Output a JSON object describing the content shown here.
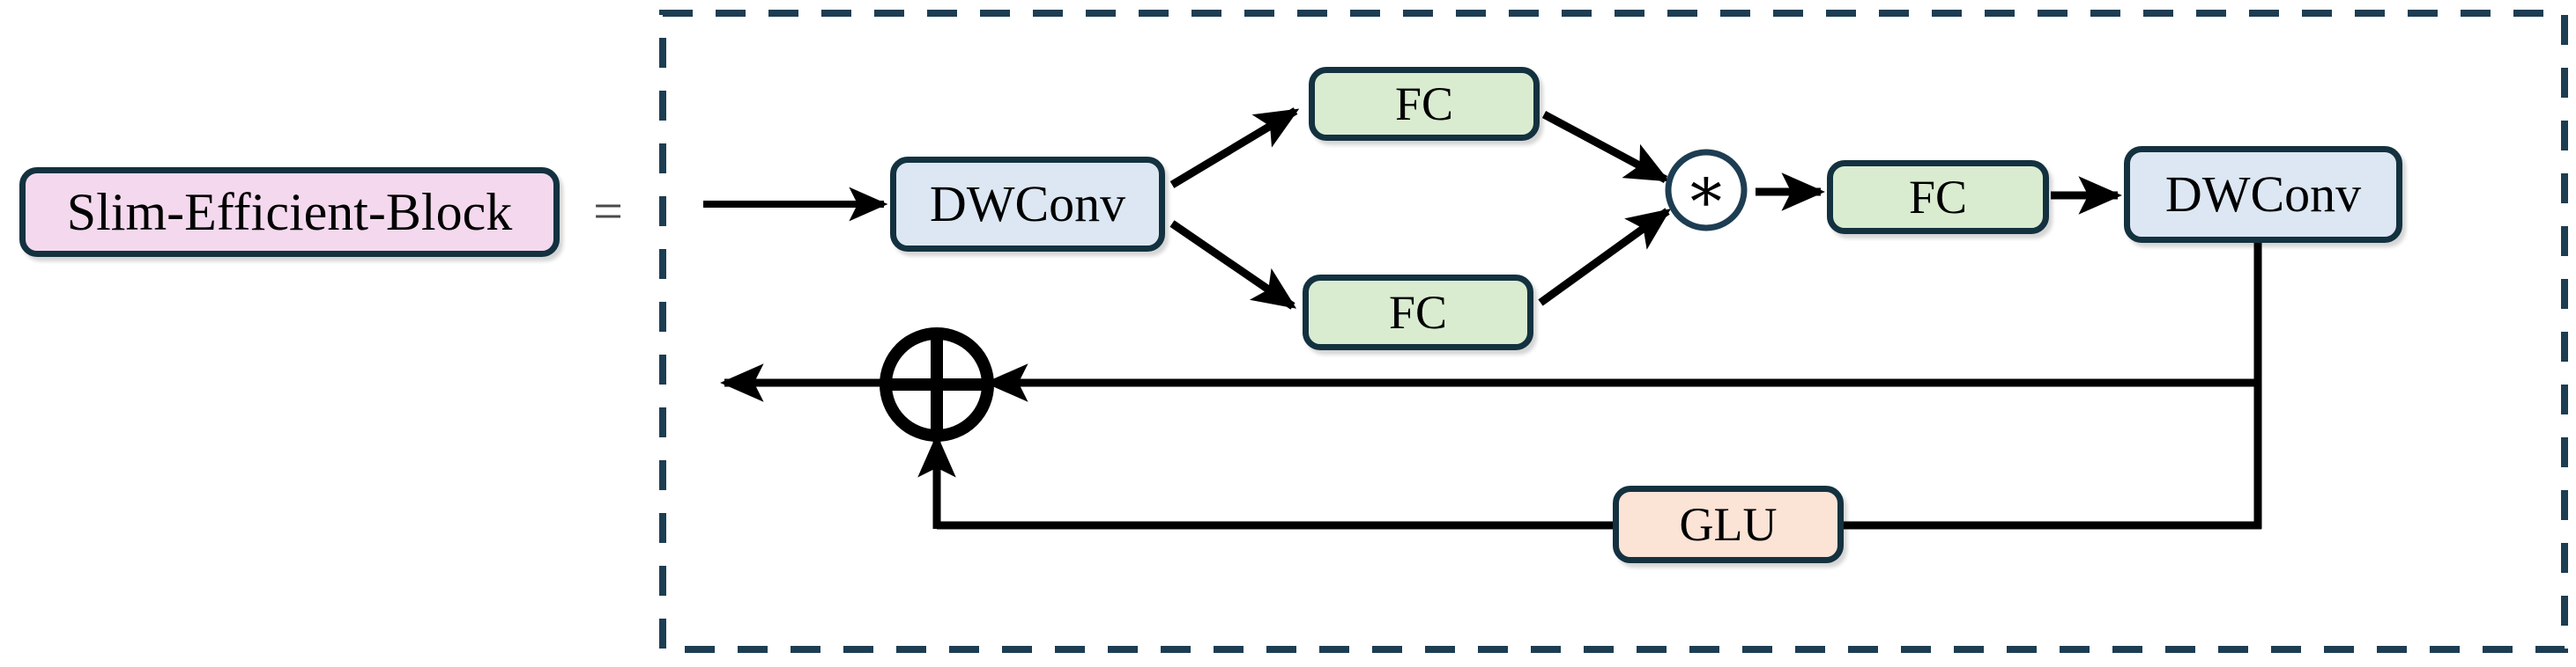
{
  "diagram": {
    "title_block": {
      "label": "Slim-Efficient-Block",
      "fill": "#f4d9ee",
      "stroke": "#13313f"
    },
    "equals": "=",
    "container": {
      "style": "dashed",
      "stroke": "#1d3d52"
    },
    "nodes": [
      {
        "id": "dwconv-1",
        "label": "DWConv",
        "fill": "#dce7f3",
        "stroke": "#13313f"
      },
      {
        "id": "fc-top",
        "label": "FC",
        "fill": "#d9ecd0",
        "stroke": "#13313f"
      },
      {
        "id": "fc-bottom",
        "label": "FC",
        "fill": "#d9ecd0",
        "stroke": "#13313f"
      },
      {
        "id": "fc-mid",
        "label": "FC",
        "fill": "#d9ecd0",
        "stroke": "#13313f"
      },
      {
        "id": "dwconv-2",
        "label": "DWConv",
        "fill": "#dce7f3",
        "stroke": "#13313f"
      },
      {
        "id": "glu",
        "label": "GLU",
        "fill": "#fbe3d6",
        "stroke": "#13313f"
      }
    ],
    "operators": [
      {
        "id": "multiply",
        "symbol": "∗",
        "shape": "circle",
        "stroke": "#13313f"
      },
      {
        "id": "add",
        "symbol": "+",
        "shape": "circle",
        "stroke": "#000000"
      }
    ],
    "edges": [
      {
        "from": "input",
        "to": "dwconv-1",
        "arrow": true
      },
      {
        "from": "dwconv-1",
        "to": "fc-top",
        "arrow": true
      },
      {
        "from": "dwconv-1",
        "to": "fc-bottom",
        "arrow": true
      },
      {
        "from": "fc-top",
        "to": "multiply",
        "arrow": true
      },
      {
        "from": "fc-bottom",
        "to": "multiply",
        "arrow": true
      },
      {
        "from": "multiply",
        "to": "fc-mid",
        "arrow": true
      },
      {
        "from": "fc-mid",
        "to": "dwconv-2",
        "arrow": true
      },
      {
        "from": "dwconv-2",
        "to": "add",
        "arrow": true
      },
      {
        "from": "dwconv-2",
        "to": "glu",
        "arrow": false
      },
      {
        "from": "glu",
        "to": "add",
        "arrow": true
      },
      {
        "from": "add",
        "to": "output",
        "arrow": true
      }
    ]
  }
}
